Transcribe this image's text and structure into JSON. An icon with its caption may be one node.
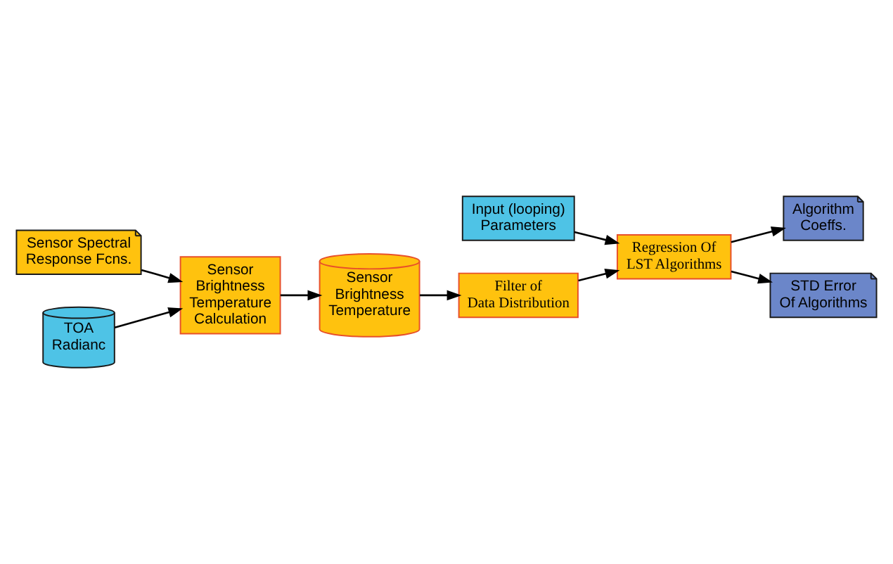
{
  "diagram": {
    "nodes": [
      {
        "text": [
          "Input (looping) Parameters"
        ]
      },
      {
        "text": [
          "Regression Of LST Algorithms"
        ]
      },
      {
        "text": [
          "Algorithm Coeffs."
        ]
      },
      {
        "text": [
          "STD Error Of Algorithms"
        ]
      },
      {
        "text": [
          "Sensor Spectral Response Fcns."
        ]
      },
      {
        "text": [
          "Filter of Data Distribution"
        ]
      },
      {
        "text": [
          "TOA Radianc"
        ]
      },
      {
        "text": [
          "Sensor Brightness Temperature Calculation"
        ]
      },
      {
        "text": [
          "Sensor Brightness Temperature"
        ]
      }
    ],
    "edges": [
      {
        "from": 0,
        "to": 1,
        "arrow": "to"
      },
      {
        "from": 1,
        "to": 2,
        "arrow": "to"
      },
      {
        "from": 1,
        "to": 3,
        "arrow": "to"
      },
      {
        "from": 4,
        "to": 7,
        "arrow": "to"
      },
      {
        "from": 6,
        "to": 7,
        "arrow": "to"
      },
      {
        "from": 7,
        "to": 8,
        "arrow": "to"
      },
      {
        "from": 8,
        "to": 5,
        "arrow": "to"
      },
      {
        "from": 5,
        "to": 1,
        "arrow": "to"
      }
    ]
  }
}
